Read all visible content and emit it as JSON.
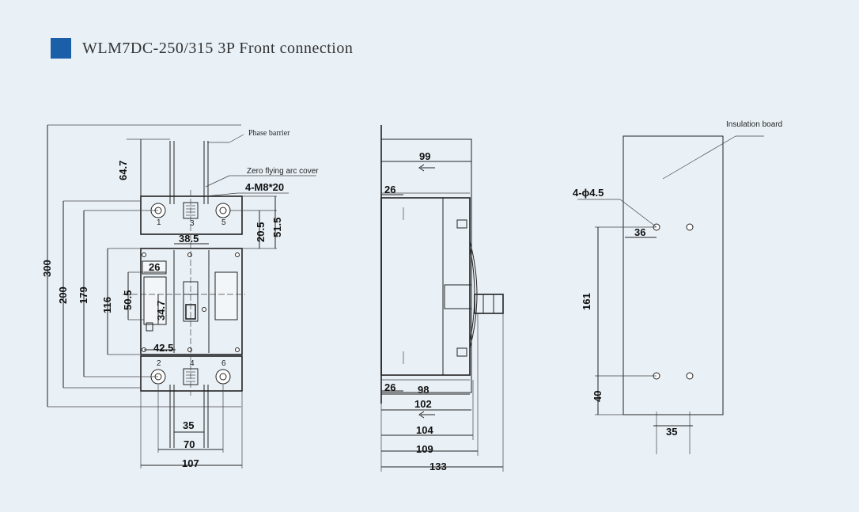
{
  "title": "WLM7DC-250/315 3P Front connection",
  "labels": {
    "phase_barrier": "Phase barrier",
    "zero_flying": "Zero flying arc cover",
    "screw": "4-M8*20",
    "insulation_board": "Insulation board",
    "holes": "4-ϕ4.5"
  },
  "front_view": {
    "d300": "300",
    "d200": "200",
    "d179": "179",
    "d116": "116",
    "d50_5": "50.5",
    "d34_7": "34.7",
    "d64_7": "64.7",
    "d20_5": "20.5",
    "d51_5": "51.5",
    "d38_5": "38.5",
    "d26": "26",
    "d42_5": "42.5",
    "d35": "35",
    "d70": "70",
    "d107": "107"
  },
  "side_view": {
    "d99": "99",
    "d26a": "26",
    "d26b": "26",
    "d98": "98",
    "d102": "102",
    "d104": "104",
    "d109": "109",
    "d133": "133"
  },
  "mount_view": {
    "d36": "36",
    "d161": "161",
    "d40": "40",
    "d35": "35"
  }
}
